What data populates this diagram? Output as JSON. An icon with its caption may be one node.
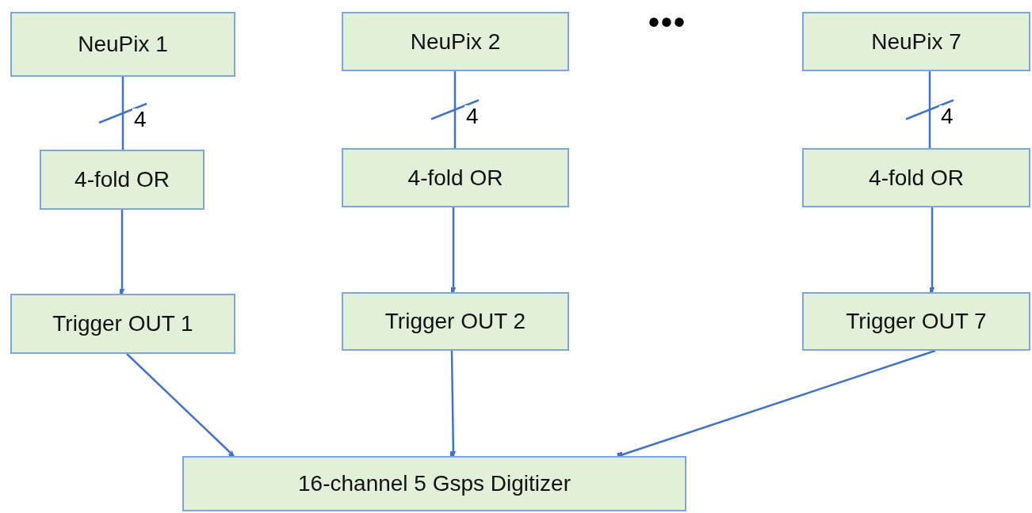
{
  "diagram": {
    "nodes": [
      {
        "text": [
          "NeuPix 1"
        ]
      },
      {
        "text": [
          "NeuPix 2"
        ]
      },
      {
        "text": [
          "NeuPix 7"
        ]
      },
      {
        "text": [
          "4-fold OR"
        ]
      },
      {
        "text": [
          "4-fold OR"
        ]
      },
      {
        "text": [
          "4-fold OR"
        ]
      },
      {
        "text": [
          "Trigger OUT 1"
        ]
      },
      {
        "text": [
          "Trigger OUT 2"
        ]
      },
      {
        "text": [
          "Trigger OUT 7"
        ]
      },
      {
        "text": [
          "16-channel 5 Gsps Digitizer"
        ]
      }
    ],
    "edges": [
      {
        "from": 0,
        "to": 3,
        "arrow": "none",
        "label": "4"
      },
      {
        "from": 1,
        "to": 4,
        "arrow": "none",
        "label": "4"
      },
      {
        "from": 2,
        "to": 5,
        "arrow": "none",
        "label": "4"
      },
      {
        "from": 3,
        "to": 6,
        "arrow": "to"
      },
      {
        "from": 4,
        "to": 7,
        "arrow": "to"
      },
      {
        "from": 5,
        "to": 8,
        "arrow": "to"
      },
      {
        "from": 6,
        "to": 9,
        "arrow": "to"
      },
      {
        "from": 7,
        "to": 9,
        "arrow": "to"
      },
      {
        "from": 8,
        "to": 9,
        "arrow": "to"
      }
    ],
    "labels": [
      "•••"
    ]
  }
}
